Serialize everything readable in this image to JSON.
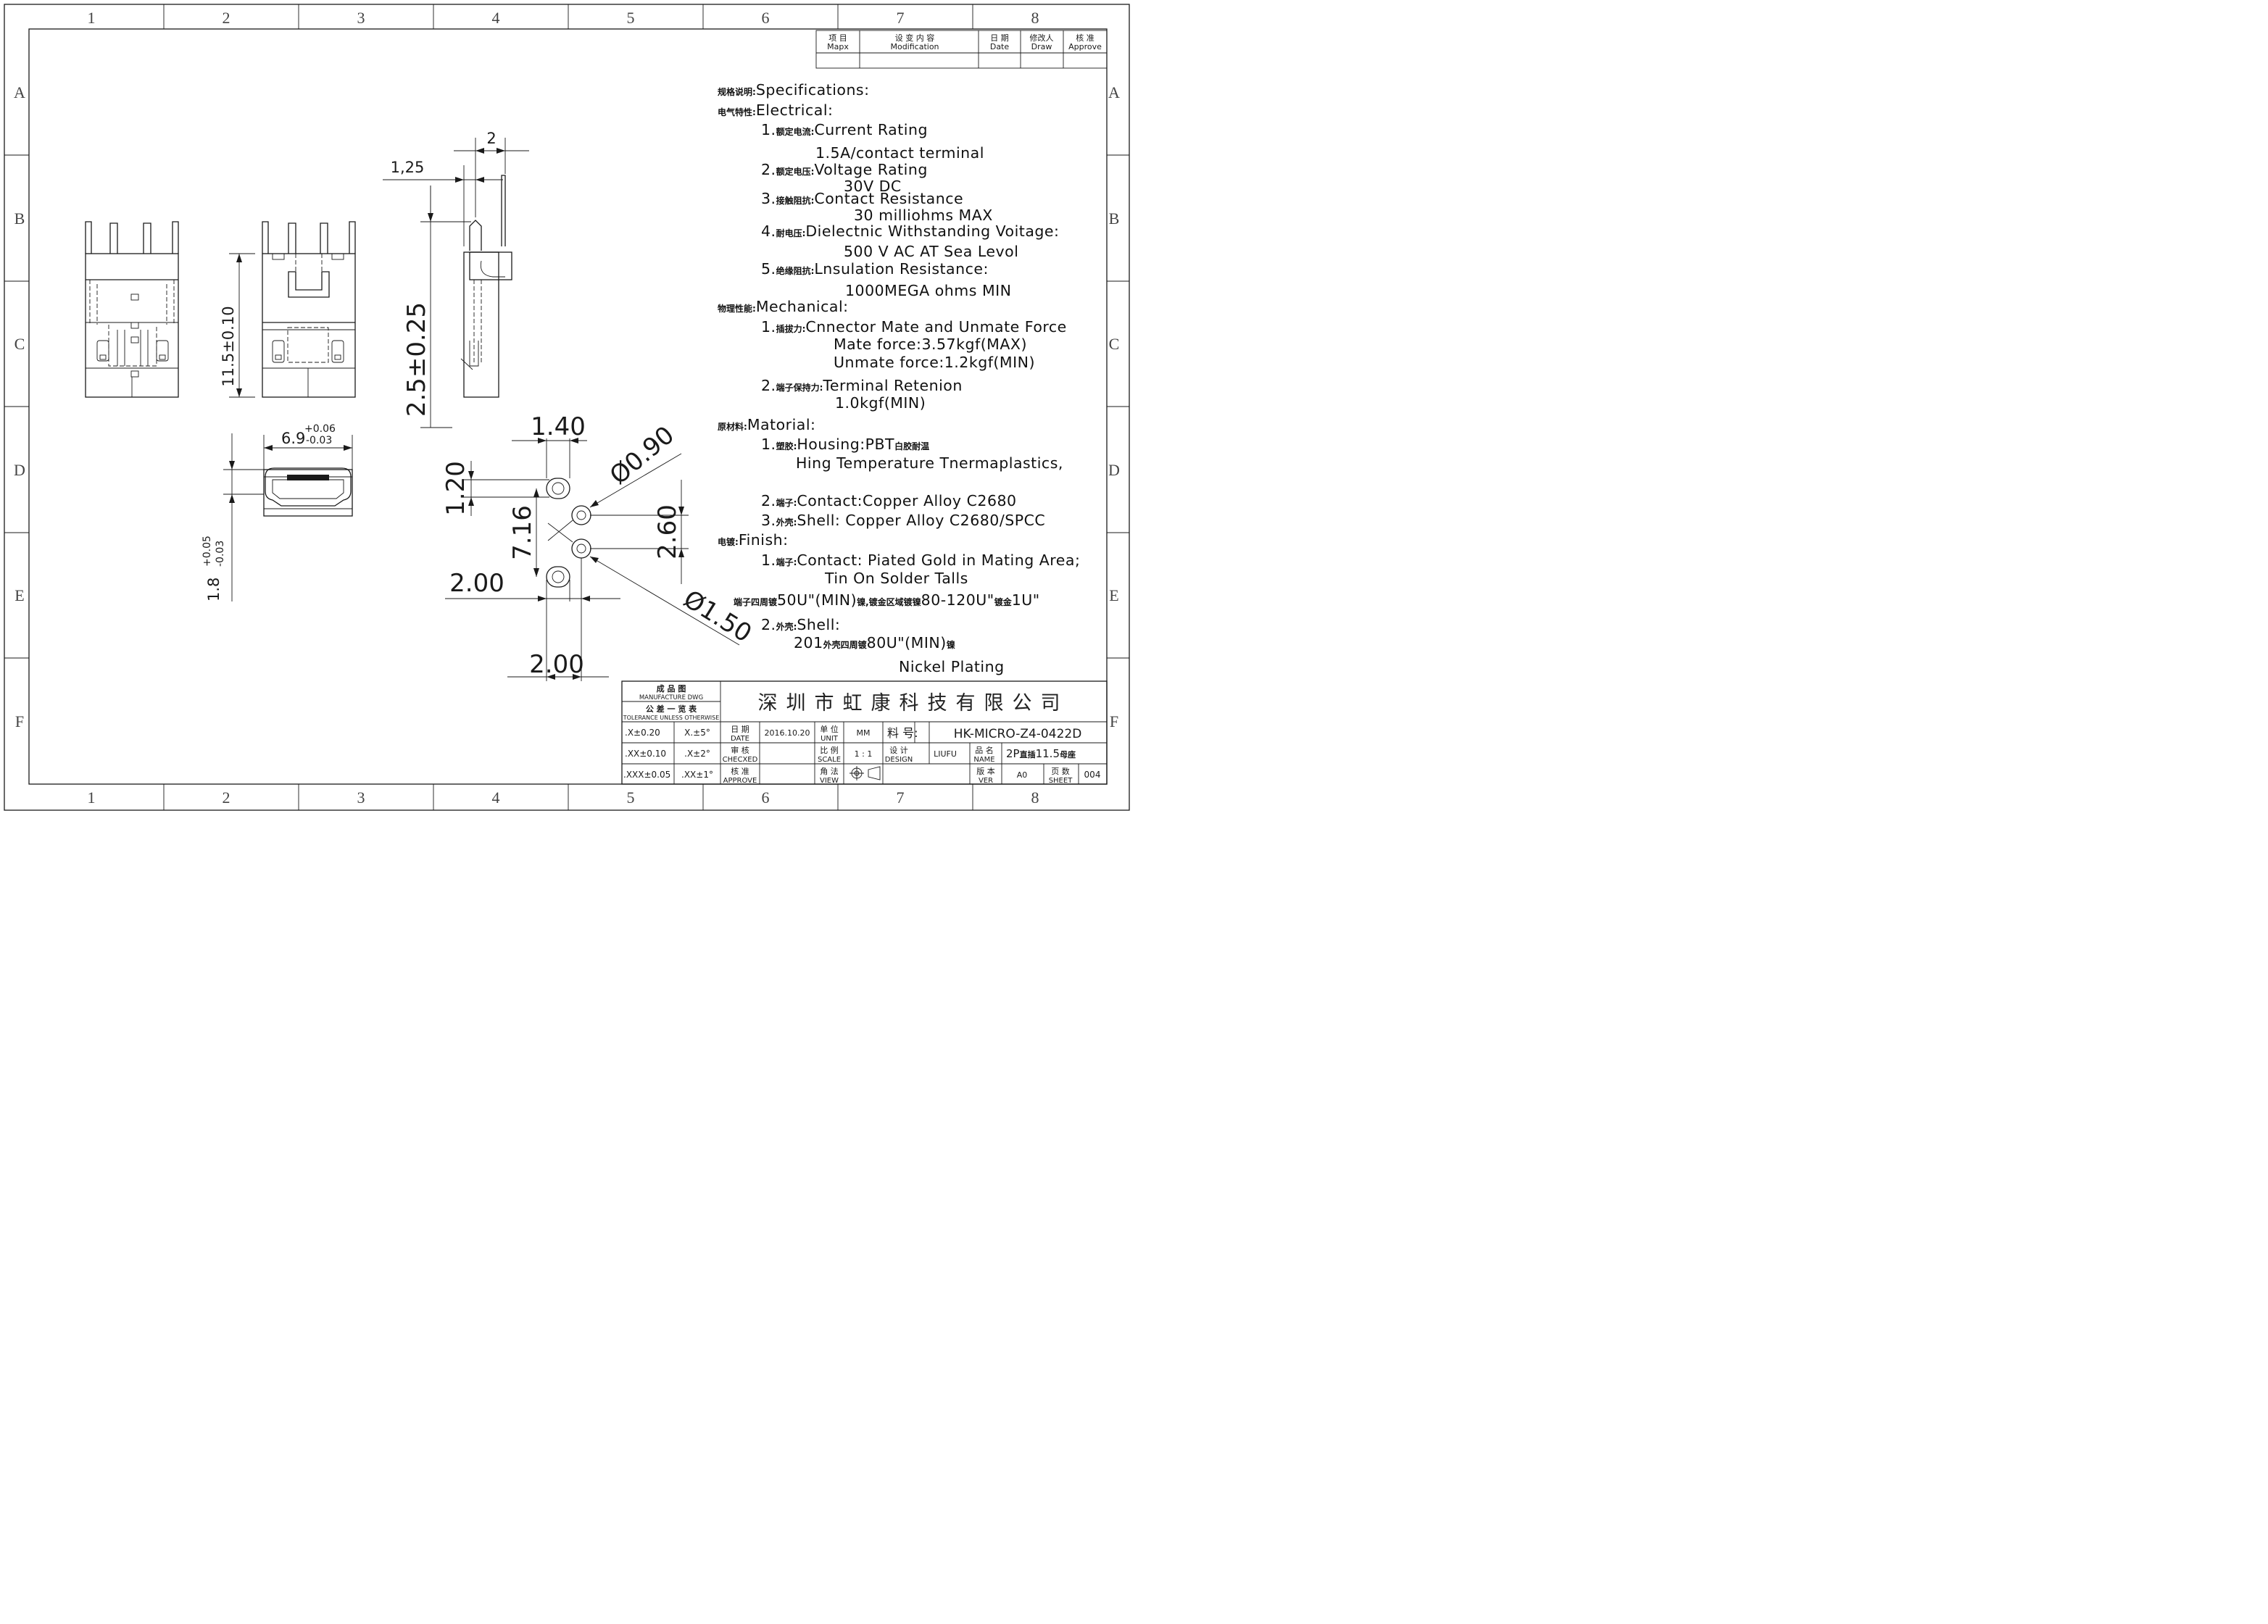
{
  "grid": {
    "columns": [
      "1",
      "2",
      "3",
      "4",
      "5",
      "6",
      "7",
      "8"
    ],
    "rows": [
      "A",
      "B",
      "C",
      "D",
      "E",
      "F"
    ]
  },
  "revision_table": {
    "headers": [
      {
        "cn": "项 目",
        "en": "Mapx"
      },
      {
        "cn": "设 变 内 容",
        "en": "Modification"
      },
      {
        "cn": "日 期",
        "en": "Date"
      },
      {
        "cn": "修改人",
        "en": "Draw"
      },
      {
        "cn": "核 准",
        "en": "Approve"
      }
    ]
  },
  "dimensions": {
    "width_2": "2",
    "pin_1_25": "1,25",
    "height_11_5": "11.5±0.10",
    "pin_2_5": "2.5±0.25",
    "width_6_9": "6.9",
    "width_6_9_plus": "+0.06",
    "width_6_9_minus": "-0.03",
    "height_1_8": "1.8",
    "height_1_8_plus": "+0.05",
    "height_1_8_minus": "-0.03",
    "pad_1_40": "1.40",
    "pad_1_20": "1.20",
    "pad_7_16": "7.16",
    "hole_0_90": "Ø0.90",
    "pitch_2_60": "2.60",
    "pad_2_00_left": "2.00",
    "hole_1_50": "Ø1.50",
    "pad_2_00_bottom": "2.00"
  },
  "specs": {
    "specifications": {
      "cn": "规格说明:",
      "en": "Specifications:"
    },
    "electrical": {
      "cn": "电气特性:",
      "en": "Electrical:"
    },
    "e1": {
      "num": "1.",
      "cn": "额定电流:",
      "en": "Current  Rating"
    },
    "e1_val": "1.5A/contact  terminal",
    "e2": {
      "num": "2.",
      "cn": "额定电压:",
      "en": "Voltage  Rating"
    },
    "e2_val": "30V  DC",
    "e3": {
      "num": "3.",
      "cn": "接触阻抗:",
      "en": "Contact  Resistance"
    },
    "e3_val": "30  milliohms  MAX",
    "e4": {
      "num": "4.",
      "cn": "耐电压:",
      "en": "Dielectnic  Withstanding  Voitage:"
    },
    "e4_val": "500  V  AC  AT  Sea  Levol",
    "e5": {
      "num": "5.",
      "cn": "绝缘阻抗:",
      "en": "Lnsulation  Resistance:"
    },
    "e5_val": "1000MEGA  ohms  MIN",
    "mechanical": {
      "cn": "物理性能:",
      "en": "Mechanical:"
    },
    "m1": {
      "num": "1.",
      "cn": "插拔力:",
      "en": "Cnnector  Mate  and  Unmate  Force"
    },
    "m1_val1": "Mate  force:3.57kgf(MAX)",
    "m1_val2": "Unmate  force:1.2kgf(MIN)",
    "m2": {
      "num": "2.",
      "cn": "端子保持力:",
      "en": "Terminal  Retenion"
    },
    "m2_val": "1.0kgf(MIN)",
    "material": {
      "cn": "原材料:",
      "en": "Matorial:"
    },
    "t1": {
      "num": "1.",
      "cn": "塑胶:",
      "en": "Housing:PBT",
      "cn2": "白胶耐温"
    },
    "t1_val": "Hing  Temperature    Tnermaplastics,",
    "t2": {
      "num": "2.",
      "cn": "端子:",
      "en": "Contact:Copper  Alloy  C2680"
    },
    "t3": {
      "num": "3.",
      "cn": "外壳:",
      "en": "Shell:  Copper  Alloy  C2680/SPCC"
    },
    "finish": {
      "cn": "电镀:",
      "en": "Finish:"
    },
    "f1": {
      "num": "1.",
      "cn": "端子:",
      "en": "Contact:  Piated  Gold  in  Mating  Area;"
    },
    "f1_val": "Tin  On  Solder  Talls",
    "f1_plating": {
      "cn1": "端子四周镀",
      "v1": "50U\"(MIN)",
      "cn2": "镍,镀金区域镀镍",
      "v2": "80-120U\"",
      "cn3": "镀金",
      "v3": "1U\""
    },
    "f2": {
      "num": "2.",
      "cn": "外壳:",
      "en": "Shell:"
    },
    "f2_val": {
      "v1": "201",
      "cn1": "外壳四周镀",
      "v2": "80U\"(MIN)",
      "cn2": "镍"
    },
    "f2_val2": "Nickel  Plating"
  },
  "title_block": {
    "drawing_type_cn": "成 品 图",
    "drawing_type_en": "MANUFACTURE DWG",
    "tolerance_cn": "公 差 一 览 表",
    "tolerance_en": "TOLERANCE UNLESS OTHERWISE",
    "company": "深圳市虹康科技有限公司",
    "tol1": ".X±0.20",
    "tol2": ".XX±0.10",
    "tol3": ".XXX±0.05",
    "ang1": "X.±5°",
    "ang2": ".X±2°",
    ".ang3": ".XX±1°",
    "ang3": ".XX±1°",
    "date_cn": "日 期",
    "date_en": "DATE",
    "date_val": "2016.10.20",
    "checked_cn": "审 核",
    "checked_en": "CHECXED",
    "approve_cn": "核 准",
    "approve_en": "APPROVE",
    "unit_cn": "单 位",
    "unit_en": "UNIT",
    "unit_val": "MM",
    "scale_cn": "比 例",
    "scale_en": "SCALE",
    "scale_val": "1 : 1",
    "view_cn": "角 法",
    "view_en": "VIEW",
    "part_no_cn": "料 号:",
    "part_no": "HK-MICRO-Z4-0422D",
    "design_cn": "设 计",
    "design_en": "DESIGN",
    "designer": "LIUFU",
    "name_cn": "品 名",
    "name_en": "NAME",
    "name_val_a": "2P",
    "name_val_cn1": "直插",
    "name_val_b": "11.5",
    "name_val_cn2": "母座",
    "ver_cn": "版 本",
    "ver_en": "VER",
    "ver_val": "A0",
    "sheet_cn": "页 数",
    "sheet_en": "SHEET",
    "sheet_val": "004"
  }
}
